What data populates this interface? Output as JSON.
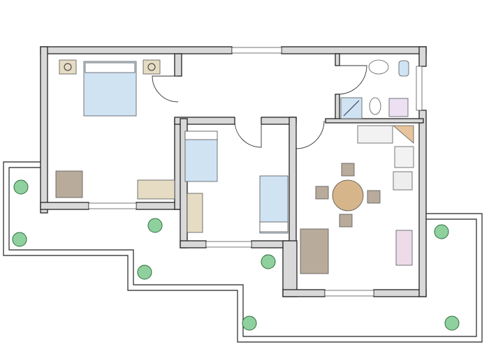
{
  "plan": {
    "colors": {
      "wall": "#d9d9d9",
      "bed": "#cfe3f3",
      "wood": "#e6dcc4",
      "armchair": "#b9ab9b",
      "table": "#d7b58a",
      "plant": "#8fd19e",
      "cabinet": "#eedbe8",
      "washer": "#ece0f2",
      "counter": "#e8c49c"
    },
    "rooms": [
      "bedroom",
      "hallway",
      "bathroom",
      "kids-room",
      "living-kitchen",
      "terrace"
    ]
  }
}
